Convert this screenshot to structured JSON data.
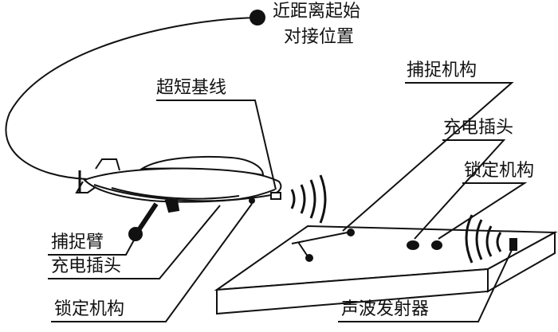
{
  "labels": {
    "start_line1": "近距离起始",
    "start_line2": "对接位置",
    "usbl": "超短基线",
    "capture_mech": "捕捉机构",
    "charge_plug_dock": "充电插头",
    "lock_mech_dock": "锁定机构",
    "capture_arm": "捕捉臂",
    "charge_plug_auv": "充电插头",
    "lock_mech_auv": "锁定机构",
    "acoustic_emitter": "声波发射器"
  }
}
